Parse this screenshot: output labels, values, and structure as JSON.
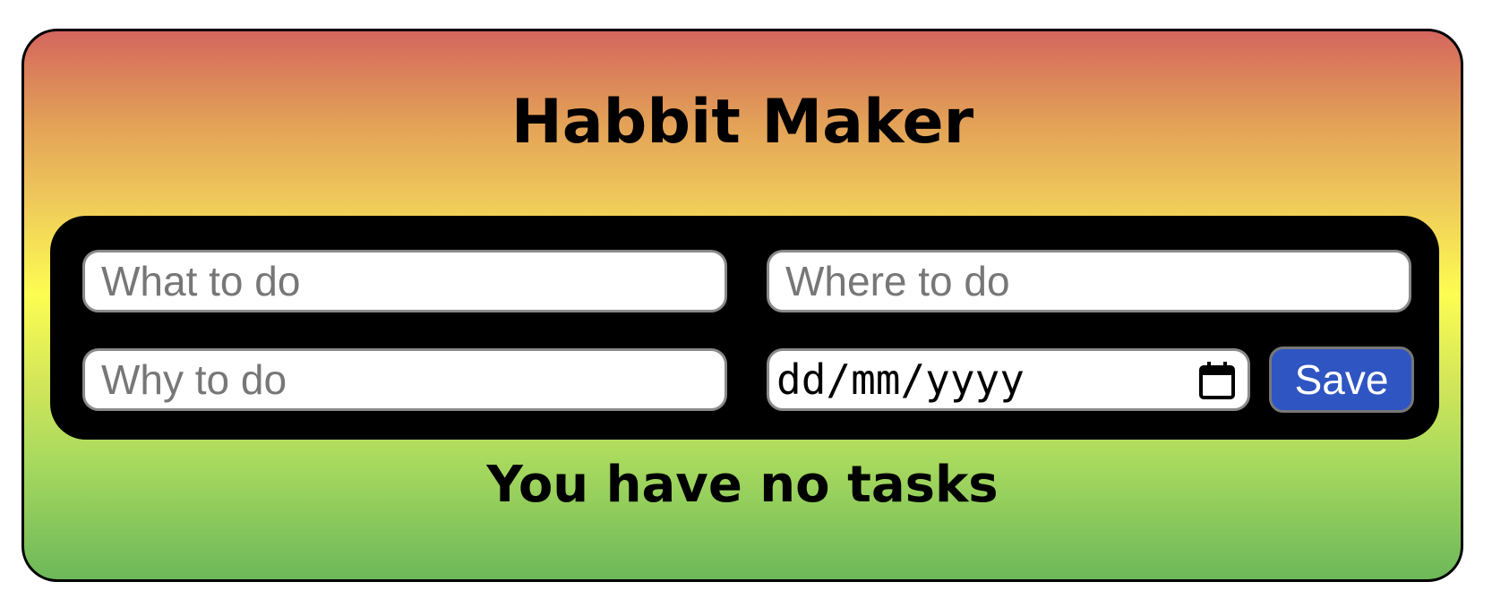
{
  "app": {
    "title": "Habbit Maker"
  },
  "form": {
    "what_placeholder": "What to do",
    "what_value": "",
    "where_placeholder": "Where to do",
    "where_value": "",
    "why_placeholder": "Why to do",
    "why_value": "",
    "date_display": "dd/mm/yyyy",
    "date_icon": "calendar-icon",
    "save_label": "Save"
  },
  "tasks": {
    "empty_message": "You have no tasks",
    "items": []
  },
  "colors": {
    "save_button": "#2f55c2",
    "gradient_top": "#d4665e",
    "gradient_middle": "#fdfd52",
    "gradient_bottom": "#6db85a",
    "panel": "#000000"
  }
}
